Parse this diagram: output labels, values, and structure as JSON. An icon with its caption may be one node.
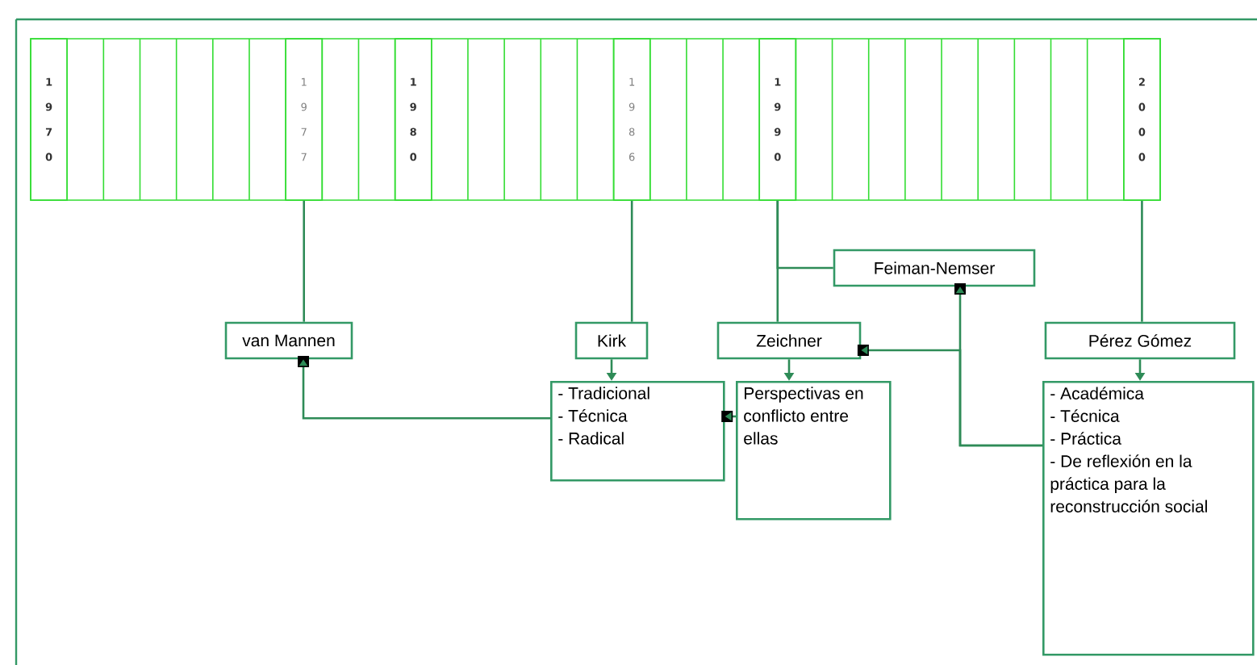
{
  "diagram": {
    "nodes": [
      {
        "text": [
          "1 9 7 0"
        ]
      },
      {
        "text": [
          "1 9 7 7"
        ]
      },
      {
        "text": [
          "1 9 8 0"
        ]
      },
      {
        "text": [
          "1 9 8 6"
        ]
      },
      {
        "text": [
          "1 9 9 0"
        ]
      },
      {
        "text": [
          "2 0 0 0"
        ]
      },
      {
        "text": [
          "van Mannen"
        ]
      },
      {
        "text": [
          "Kirk"
        ]
      },
      {
        "text": [
          "Zeichner"
        ]
      },
      {
        "text": [
          "Feiman-Nemser"
        ]
      },
      {
        "text": [
          "Pérez Gómez"
        ]
      },
      {
        "text": [
          "- Tradicional",
          "- Técnica",
          "- Radical"
        ]
      },
      {
        "text": [
          "Perspectivas en conflicto entre ellas"
        ]
      },
      {
        "text": [
          "- Académica",
          "- Técnica",
          "- Práctica",
          "- De reflexión en la práctica para la reconstrucción social"
        ]
      }
    ],
    "edges": [
      {
        "from": 1,
        "to": 6,
        "arrow": "none"
      },
      {
        "from": 3,
        "to": 7,
        "arrow": "none"
      },
      {
        "from": 4,
        "to": 8,
        "arrow": "none"
      },
      {
        "from": 4,
        "to": 9,
        "arrow": "none"
      },
      {
        "from": 5,
        "to": 10,
        "arrow": "none"
      },
      {
        "from": 7,
        "to": 11,
        "arrow": "to"
      },
      {
        "from": 8,
        "to": 12,
        "arrow": "to"
      },
      {
        "from": 10,
        "to": 13,
        "arrow": "to"
      },
      {
        "from": 11,
        "to": 6,
        "arrow": "to"
      },
      {
        "from": 12,
        "to": 11,
        "arrow": "to"
      },
      {
        "from": 13,
        "to": 9,
        "arrow": "to"
      },
      {
        "from": 13,
        "to": 8,
        "arrow": "to"
      }
    ]
  }
}
